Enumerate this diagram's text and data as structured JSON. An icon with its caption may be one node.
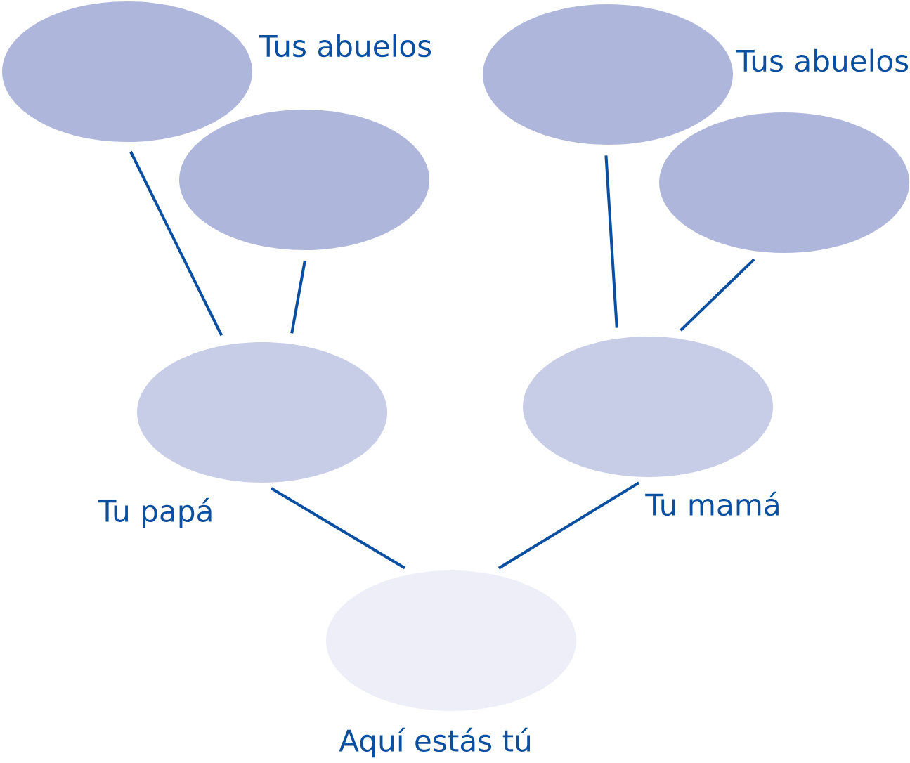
{
  "diagram": {
    "nodes": [
      {
        "text": [
          "Tus abuelos"
        ]
      },
      {
        "text": [],
        "shape": "ellipse"
      },
      {
        "text": [
          "Tus abuelos"
        ]
      },
      {
        "text": [],
        "shape": "ellipse"
      },
      {
        "text": [
          "Tu papá"
        ]
      },
      {
        "text": [
          "Tu mamá"
        ]
      },
      {
        "text": [
          "Aquí estás tú"
        ]
      }
    ],
    "edges": [
      {
        "from": 0,
        "to": 4,
        "arrow": "none"
      },
      {
        "from": 1,
        "to": 4,
        "arrow": "none"
      },
      {
        "from": 2,
        "to": 5,
        "arrow": "none"
      },
      {
        "from": 3,
        "to": 5,
        "arrow": "none"
      },
      {
        "from": 4,
        "to": 6,
        "arrow": "none"
      },
      {
        "from": 5,
        "to": 6,
        "arrow": "none"
      }
    ]
  }
}
